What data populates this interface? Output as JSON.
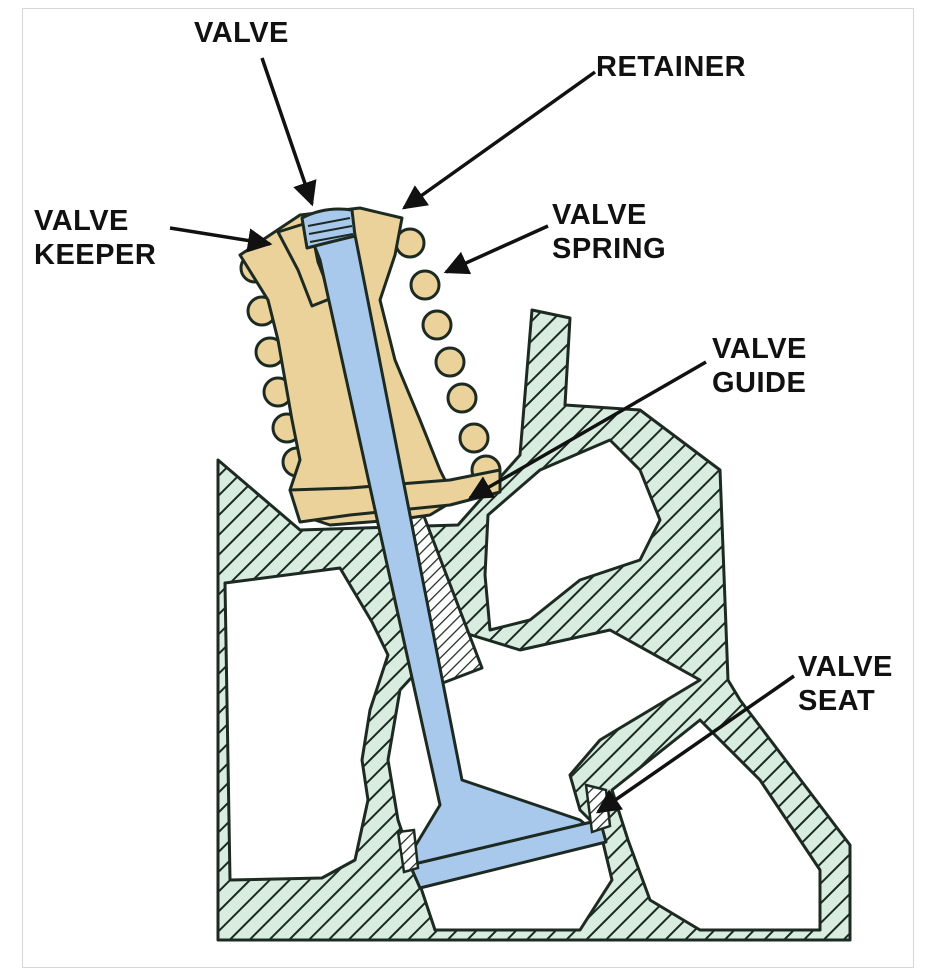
{
  "labels": {
    "valve": "VALVE",
    "retainer": "RETAINER",
    "keeper": [
      "VALVE",
      "KEEPER"
    ],
    "spring": [
      "VALVE",
      "SPRING"
    ],
    "guide": [
      "VALVE",
      "GUIDE"
    ],
    "seat": [
      "VALVE",
      "SEAT"
    ]
  },
  "colors": {
    "head_fill": "#d8ece0",
    "head_stroke": "#1c2a22",
    "valve_fill": "#a9c9ec",
    "spring_fill": "#ead29a",
    "ink": "#111111"
  }
}
